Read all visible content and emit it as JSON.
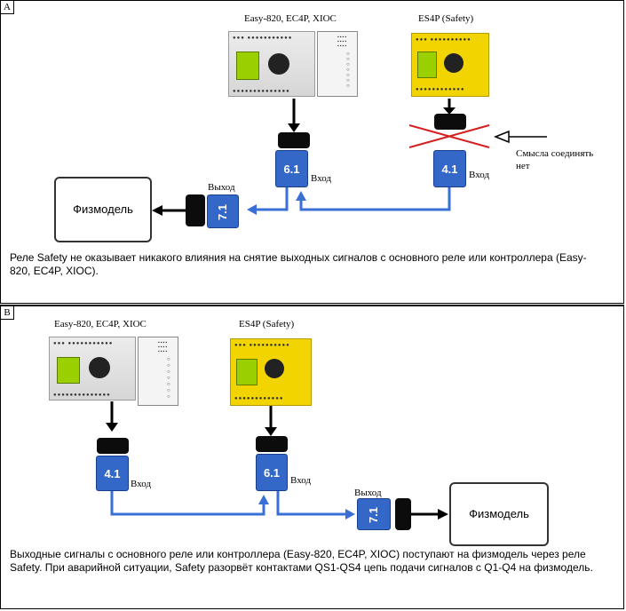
{
  "panel_a": {
    "tag": "A",
    "device_left_label": "Easy-820, EC4P, XIOC",
    "device_right_label": "ES4P (Safety)",
    "module_center": "6.1",
    "module_right": "4.1",
    "module_output": "7.1",
    "input_label_center": "Вход",
    "input_label_right": "Вход",
    "output_label": "Выход",
    "physmodel": "Физмодель",
    "note_line1": "Смысла соединять",
    "note_line2": "нет",
    "caption": "Реле Safety не оказывает никакого влияния на снятие выходных сигналов с основного реле или контроллера (Easy-820, EC4P, XIOC)."
  },
  "panel_b": {
    "tag": "B",
    "device_left_label": "Easy-820, EC4P, XIOC",
    "device_right_label": "ES4P (Safety)",
    "module_left": "4.1",
    "module_center": "6.1",
    "module_output": "7.1",
    "input_label_left": "Вход",
    "input_label_center": "Вход",
    "output_label": "Выход",
    "physmodel": "Физмодель",
    "caption": "Выходные сигналы с основного реле или контроллера (Easy-820, EC4P, XIOC) поступают на физмодель через реле Safety. При аварийной ситуации, Safety разорвёт контактами QS1-QS4 цепь подачи сигналов с Q1-Q4 на физмодель."
  },
  "colors": {
    "module_blue": "#3368c9",
    "wire_blue": "#3a6fd6",
    "cross_red": "#d42020",
    "safety_yellow": "#f2d400"
  }
}
